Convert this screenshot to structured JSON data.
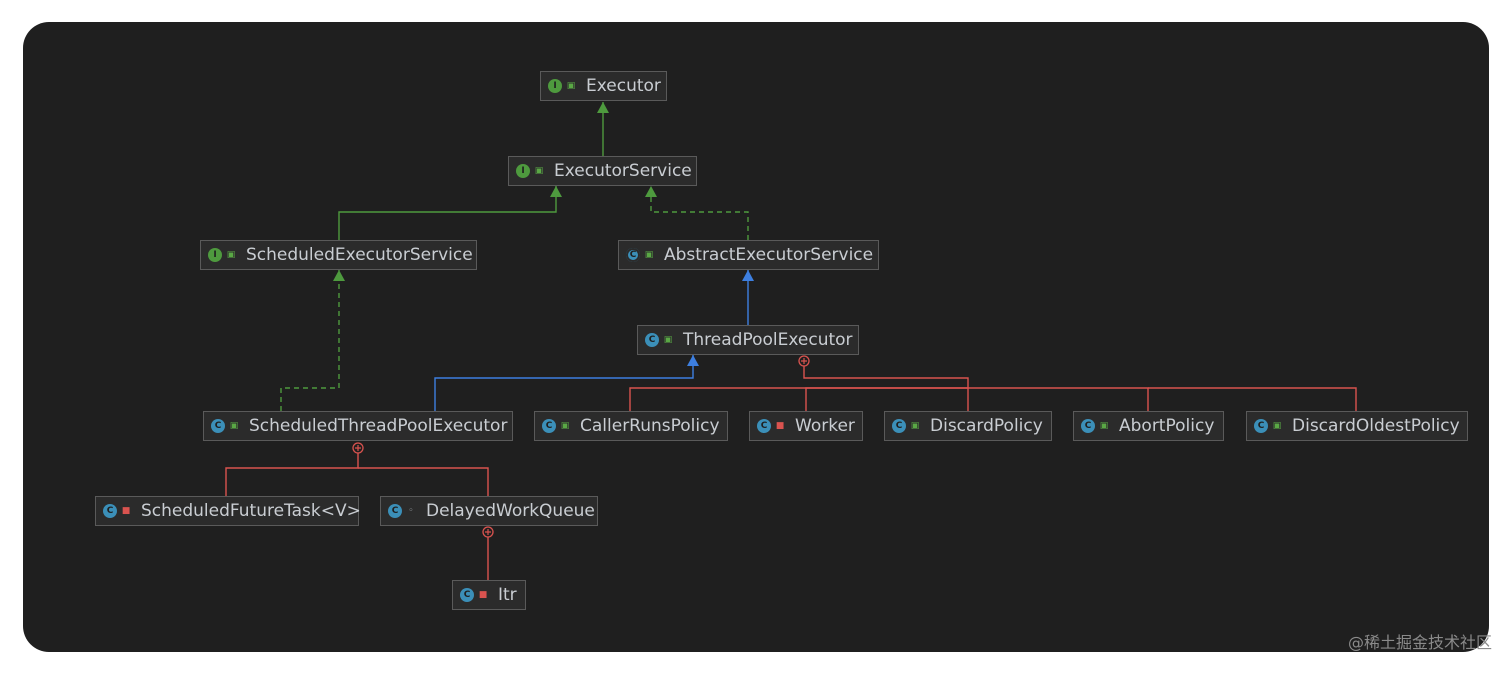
{
  "nodes": [
    {
      "id": "executor",
      "label": "Executor",
      "kind": "interface",
      "visibility": "public"
    },
    {
      "id": "executorservice",
      "label": "ExecutorService",
      "kind": "interface",
      "visibility": "public"
    },
    {
      "id": "scheduledexecutorservice",
      "label": "ScheduledExecutorService",
      "kind": "interface",
      "visibility": "public"
    },
    {
      "id": "abstractexecutorservice",
      "label": "AbstractExecutorService",
      "kind": "abstract-class",
      "visibility": "public"
    },
    {
      "id": "threadpoolexecutor",
      "label": "ThreadPoolExecutor",
      "kind": "class",
      "visibility": "public"
    },
    {
      "id": "scheduledthreadpoolexecutor",
      "label": "ScheduledThreadPoolExecutor",
      "kind": "class",
      "visibility": "public"
    },
    {
      "id": "callerrunspolicy",
      "label": "CallerRunsPolicy",
      "kind": "static-class",
      "visibility": "public"
    },
    {
      "id": "worker",
      "label": "Worker",
      "kind": "class",
      "visibility": "private"
    },
    {
      "id": "discardpolicy",
      "label": "DiscardPolicy",
      "kind": "static-class",
      "visibility": "public"
    },
    {
      "id": "abortpolicy",
      "label": "AbortPolicy",
      "kind": "static-class",
      "visibility": "public"
    },
    {
      "id": "discardoldestpolicy",
      "label": "DiscardOldestPolicy",
      "kind": "static-class",
      "visibility": "public"
    },
    {
      "id": "scheduledfuturetask",
      "label": "ScheduledFutureTask<V>",
      "kind": "class",
      "visibility": "private"
    },
    {
      "id": "delayedworkqueue",
      "label": "DelayedWorkQueue",
      "kind": "static-class",
      "visibility": "package"
    },
    {
      "id": "itr",
      "label": "Itr",
      "kind": "class",
      "visibility": "private"
    }
  ],
  "edges": [
    {
      "from": "executorservice",
      "to": "executor",
      "type": "extends"
    },
    {
      "from": "scheduledexecutorservice",
      "to": "executorservice",
      "type": "extends"
    },
    {
      "from": "abstractexecutorservice",
      "to": "executorservice",
      "type": "implements"
    },
    {
      "from": "threadpoolexecutor",
      "to": "abstractexecutorservice",
      "type": "class-extends"
    },
    {
      "from": "scheduledthreadpoolexecutor",
      "to": "scheduledexecutorservice",
      "type": "implements"
    },
    {
      "from": "scheduledthreadpoolexecutor",
      "to": "threadpoolexecutor",
      "type": "class-extends"
    },
    {
      "from": "threadpoolexecutor",
      "to": "callerrunspolicy",
      "type": "inner"
    },
    {
      "from": "threadpoolexecutor",
      "to": "worker",
      "type": "inner"
    },
    {
      "from": "threadpoolexecutor",
      "to": "discardpolicy",
      "type": "inner"
    },
    {
      "from": "threadpoolexecutor",
      "to": "abortpolicy",
      "type": "inner"
    },
    {
      "from": "threadpoolexecutor",
      "to": "discardoldestpolicy",
      "type": "inner"
    },
    {
      "from": "scheduledthreadpoolexecutor",
      "to": "scheduledfuturetask",
      "type": "inner"
    },
    {
      "from": "scheduledthreadpoolexecutor",
      "to": "delayedworkqueue",
      "type": "inner"
    },
    {
      "from": "delayedworkqueue",
      "to": "itr",
      "type": "inner"
    }
  ],
  "colors": {
    "extends": "#4e9a3e",
    "implements": "#4e9a3e",
    "class-extends": "#3d7fe0",
    "inner": "#d9534f"
  },
  "watermark": "@稀土掘金技术社区"
}
